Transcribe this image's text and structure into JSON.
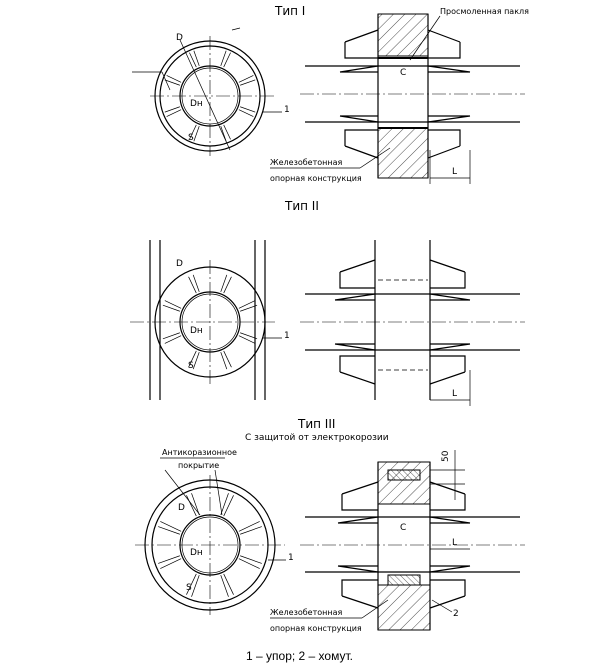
{
  "type1": {
    "title": "Тип I",
    "packing_label": "Просмоленная пакля",
    "concrete_label_1": "Железобетонная",
    "concrete_label_2": "опорная конструкция",
    "dim_D": "D",
    "dim_Dn": "Dн",
    "dim_S": "S",
    "dim_C": "C",
    "dim_L": "L",
    "callout_1": "1"
  },
  "type2": {
    "title": "Тип II",
    "dim_D": "D",
    "dim_Dn": "Dн",
    "dim_S": "S",
    "dim_L": "L",
    "callout_1": "1"
  },
  "type3": {
    "title": "Тип III",
    "subtitle": "С защитой от электрокорозии",
    "coating_label_1": "Антикоразионное",
    "coating_label_2": "покрытие",
    "concrete_label_1": "Железобетонная",
    "concrete_label_2": "опорная конструкция",
    "dim_D": "D",
    "dim_Dn": "Dн",
    "dim_S": "S",
    "dim_C": "C",
    "dim_L": "L",
    "dim_50": "50",
    "callout_1": "1",
    "callout_2": "2"
  },
  "caption": "1 – упор;  2 – хомут."
}
